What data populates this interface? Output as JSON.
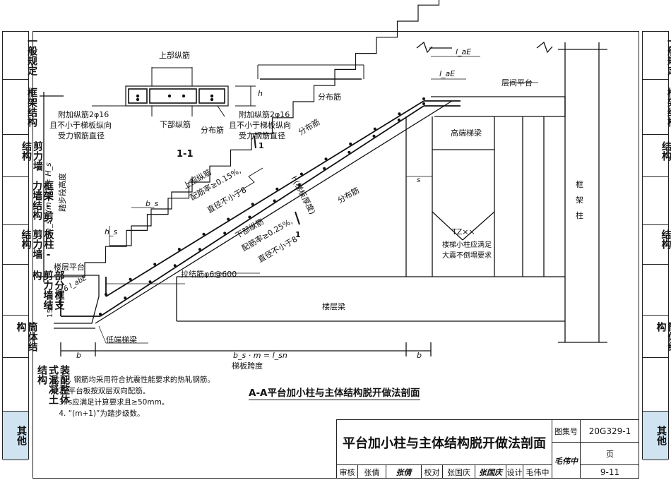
{
  "left_sidebar": [
    {
      "label": "一般规定",
      "highlight": false
    },
    {
      "label": "框架结构",
      "highlight": false
    },
    {
      "label": "剪力墙结构",
      "highlight": false
    },
    {
      "label": "框架-剪力墙结构",
      "highlight": false
    },
    {
      "label": "板柱-剪力墙结构",
      "highlight": false
    },
    {
      "label": "部分框支剪力墙结构",
      "highlight": false
    },
    {
      "label": "筒体结构",
      "highlight": false
    },
    {
      "label": "装配整体式混凝土结构",
      "highlight": false
    },
    {
      "label": "其他",
      "highlight": true
    }
  ],
  "right_sidebar": [
    {
      "label": "一般规定",
      "highlight": false
    },
    {
      "label": "框架结构",
      "highlight": false
    },
    {
      "label": "剪力墙结构",
      "highlight": false
    },
    {
      "label": "框架-剪力墙结构",
      "highlight": false
    },
    {
      "label": "板柱-剪力墙结构",
      "highlight": false
    },
    {
      "label": "部分框支剪力墙结构",
      "highlight": false
    },
    {
      "label": "筒体结构",
      "highlight": false
    },
    {
      "label": "装配整体式混凝土结构",
      "highlight": false
    },
    {
      "label": "其他",
      "highlight": true
    }
  ],
  "drawing": {
    "section_mark": "1-1",
    "top_bar_label": "上部纵筋",
    "bottom_bar_label": "下部纵筋",
    "extra_bar_left": [
      "附加纵筋2φ16",
      "且不小于梯板纵向",
      "受力钢筋直径"
    ],
    "extra_bar_right": [
      "附加纵筋2φ16",
      "且不小于梯板纵向",
      "受力钢筋直径"
    ],
    "dist_bar": "分布筋",
    "dist_bar_2": "分布筋",
    "dist_bar_3": "分布筋",
    "dist_bar_4": "分布筋",
    "h_label": "h",
    "stair_height_label": "h_s · (m+1) = H_s",
    "stair_height_sub": "踏步段高度",
    "bs_label": "b_s",
    "hs_label": "h_s",
    "upper_bar_note": [
      "上部纵筋",
      "配筋率≥0.15%,",
      "直径不小于8"
    ],
    "lower_bar_note": [
      "下部纵筋",
      "配筋率≥0.25%,",
      "直径不小于8"
    ],
    "tie_bar": "拉结筋φ6@600",
    "slab_thick": "h(梯板厚度)",
    "cut_mark": "1",
    "floor_platform": "楼层平台",
    "anchor_061": "0.6 l_abE",
    "d15": "15d",
    "low_beam": "低端梯梁",
    "high_beam": "高端梯梁",
    "mid_platform": "层间平台",
    "lae_1": "l_aE",
    "lae_2": "l_aE",
    "tz_label": "TZ××",
    "tz_note": [
      "楼梯小柱应满足",
      "大震不倒塌要求"
    ],
    "frame_col": "框架柱",
    "floor_beam": "楼层梁",
    "s_label": "s",
    "b_left": "b",
    "b_right": "b",
    "span_formula": "b_s · m = l_sn",
    "span_label": "梯板跨度"
  },
  "notes": [
    "注：1. 钢筋均采用符合抗震性能要求的热轧钢筋。",
    "    2. 平台板按双层双向配筋。",
    "    3. s应满足计算要求且≥50mm。",
    "    4. “(m+1)”为踏步级数。"
  ],
  "section_title": "A-A平台加小柱与主体结构脱开做法剖面",
  "title_block": {
    "title": "平台加小柱与主体结构脱开做法剖面",
    "atlas_label": "图集号",
    "atlas_no": "20G329-1",
    "review_label": "审核",
    "reviewer": "张倩",
    "check_label": "校对",
    "checker": "张国庆",
    "design_label": "设计",
    "designer": "毛伟中",
    "page_label": "页",
    "page_no": "9-11"
  }
}
